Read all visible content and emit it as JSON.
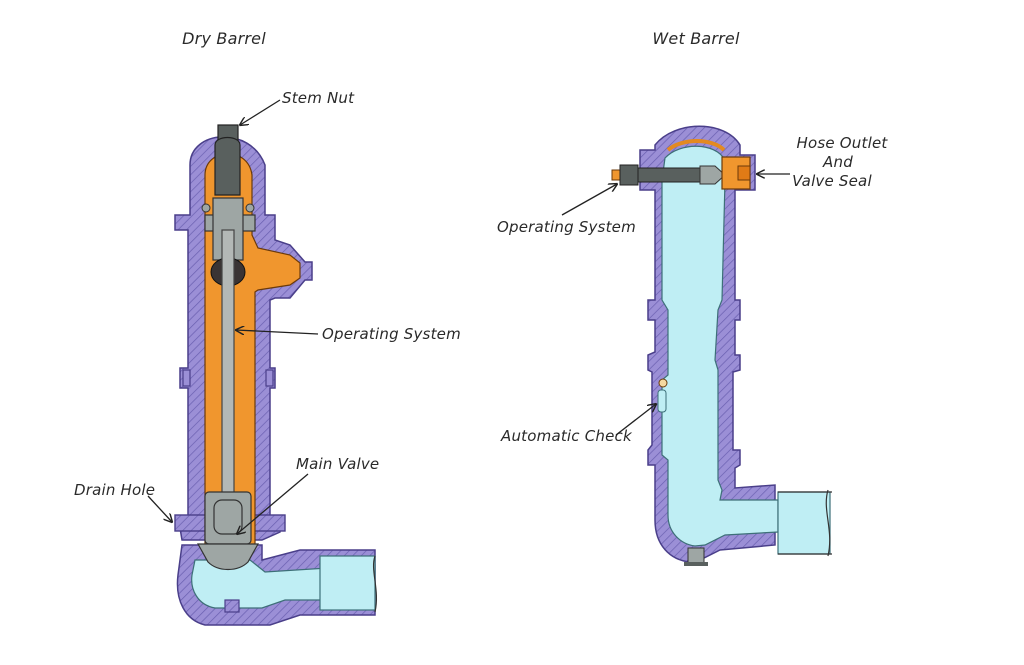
{
  "dry_barrel": {
    "title": "Dry Barrel",
    "labels": {
      "stem_nut": "Stem Nut",
      "operating_system": "Operating System",
      "main_valve": "Main Valve",
      "drain_hole": "Drain Hole"
    }
  },
  "wet_barrel": {
    "title": "Wet Barrel",
    "labels": {
      "hose_outlet_line1": "Hose Outlet",
      "hose_outlet_line2": "And",
      "hose_outlet_line3": "Valve Seal",
      "operating_system": "Operating System",
      "automatic_check": "Automatic Check"
    }
  },
  "colors": {
    "casing": "#9b8fd6",
    "casing_stroke": "#4a3f8a",
    "hatch": "#6a5fb0",
    "dry_fill": "#f0962e",
    "water": "#bfeef4",
    "steel": "#9ea6a4",
    "steel_dark": "#59605e",
    "valve_orange": "#f0962e"
  }
}
